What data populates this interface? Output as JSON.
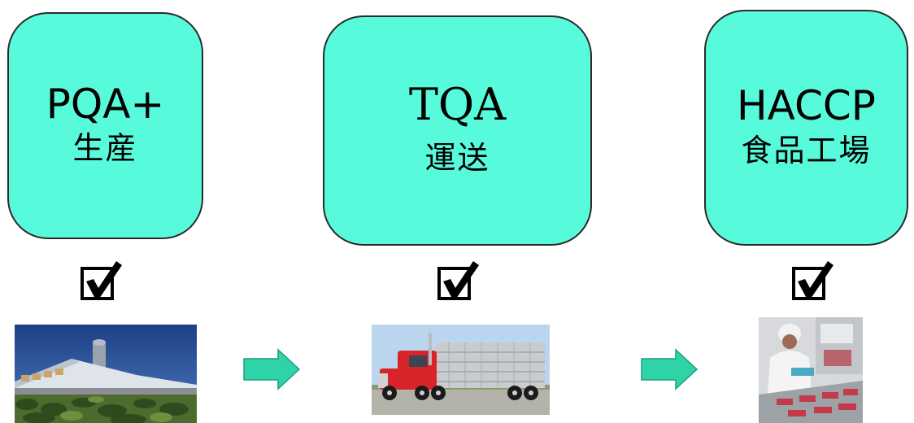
{
  "stages": [
    {
      "title": "PQA+",
      "subtitle": "生産",
      "photo": "farm-barn"
    },
    {
      "title": "TQA",
      "subtitle": "運送",
      "photo": "livestock-truck"
    },
    {
      "title": "HACCP",
      "subtitle": "食品工場",
      "photo": "food-factory-worker"
    }
  ],
  "colors": {
    "box_fill": "#57fbdc",
    "box_border": "#2a2a2a",
    "arrow_fill": "#2fd3a8",
    "check": "#000000"
  },
  "icons": [
    "checkbox-checked-icon",
    "right-arrow-icon"
  ]
}
